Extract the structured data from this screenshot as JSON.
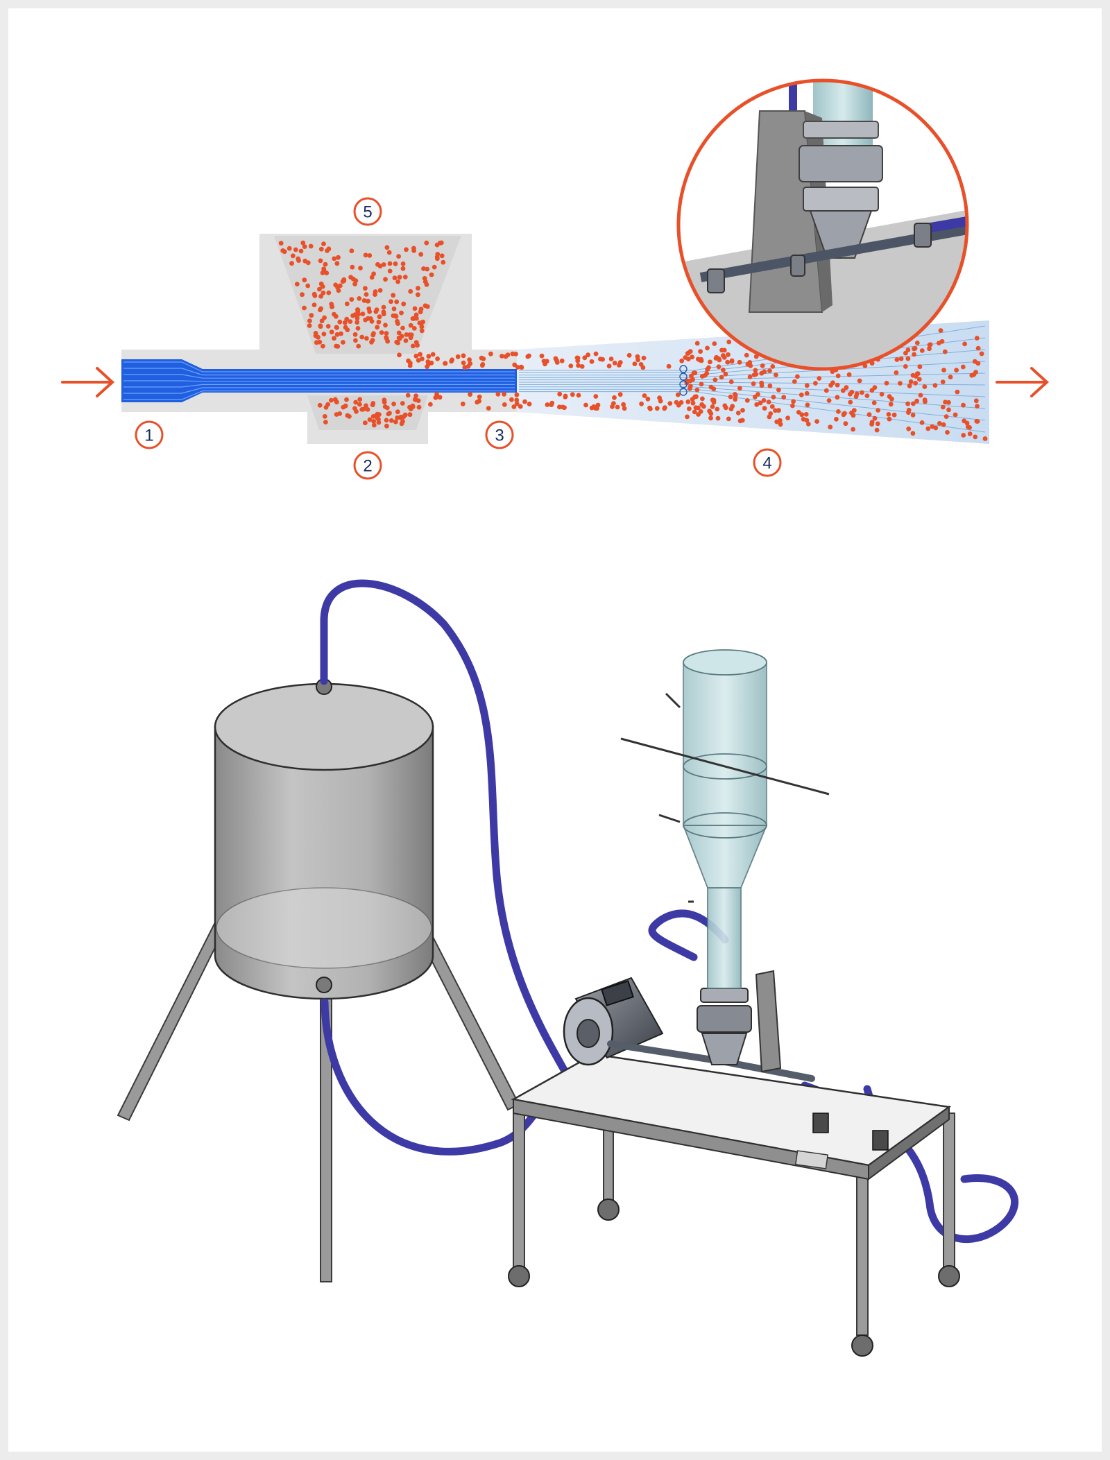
{
  "callouts": [
    {
      "id": "1",
      "label": "1"
    },
    {
      "id": "2",
      "label": "2"
    },
    {
      "id": "3",
      "label": "3"
    },
    {
      "id": "4",
      "label": "4"
    },
    {
      "id": "5",
      "label": "5"
    }
  ],
  "colors": {
    "accent": "#e8502a",
    "jet": "#1f5fe0",
    "hose": "#3d3aa6",
    "housing": "#e3e3e3",
    "spray": "#cfe0f3"
  },
  "icons": [
    "inlet-arrow-icon",
    "outlet-arrow-icon"
  ]
}
